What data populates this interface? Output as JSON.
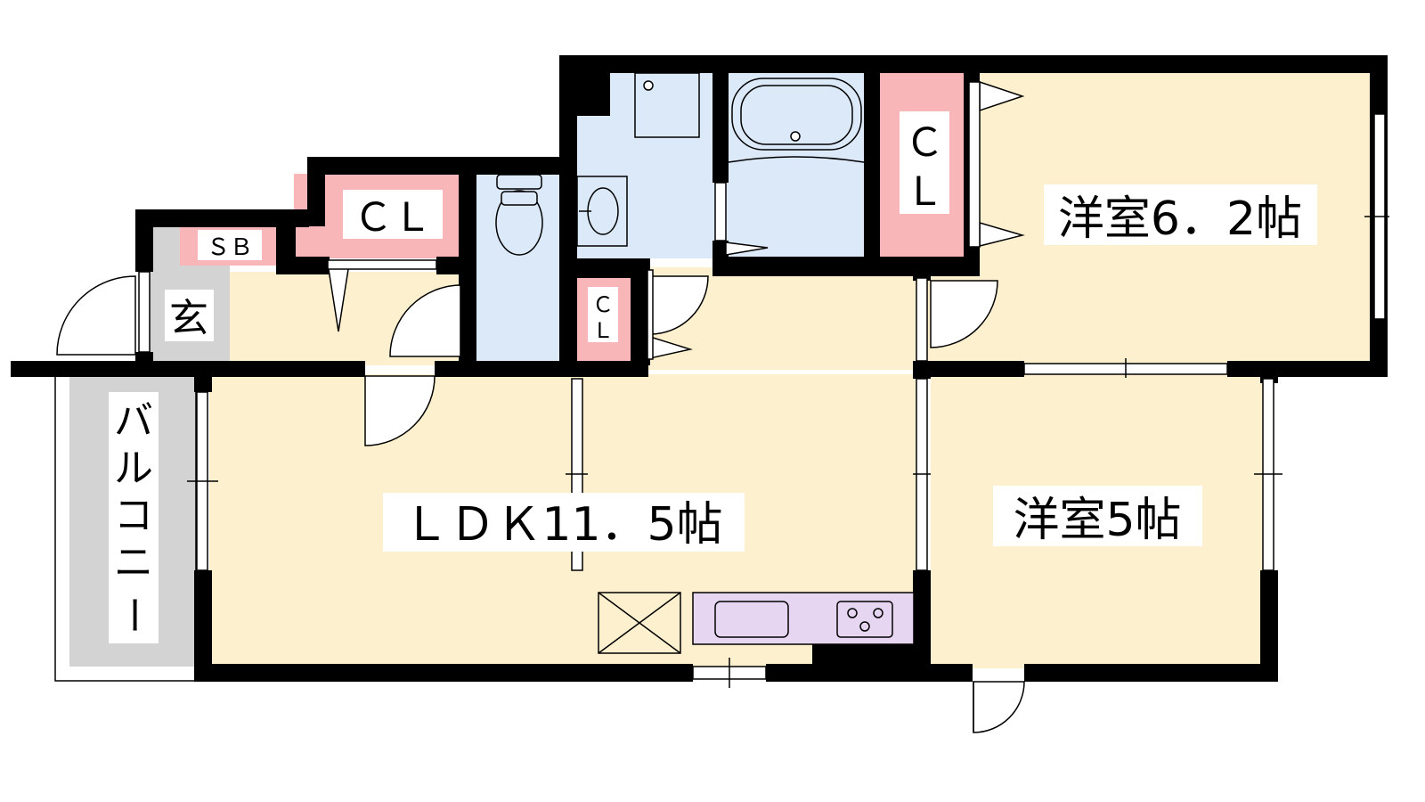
{
  "rooms": {
    "ldk": "ＬＤＫ11．5帖",
    "western_6_2": "洋室6．2帖",
    "western_5": "洋室5帖",
    "entrance": "玄",
    "shoe_box": "ＳＢ",
    "closet_hall": "ＣＬ",
    "closet_big_top": "Ｃ",
    "closet_big_bottom": "Ｌ",
    "closet_small_top": "Ｃ",
    "closet_small_bottom": "Ｌ",
    "balcony_chars": [
      "バ",
      "ル",
      "コ",
      "ニ",
      "ー"
    ]
  },
  "colors": {
    "floor": "#fdf0cf",
    "wet_area": "#dbe9f8",
    "closet": "#f8b6b9",
    "entrance": "#d3d3d3",
    "balcony": "#d3d3d3",
    "kitchen": "#e7d6f1",
    "wall": "#000000"
  },
  "icons": [
    "door-swing-icon",
    "toilet-icon",
    "bathtub-icon",
    "washbasin-icon",
    "stove-icon",
    "sink-icon",
    "fridge-space-icon",
    "window-icon"
  ]
}
